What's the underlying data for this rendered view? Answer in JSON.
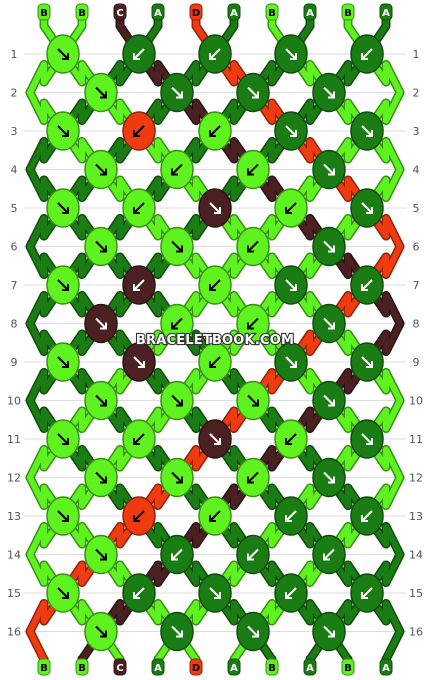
{
  "watermark": "BRACELETBOOK.COM",
  "colors": {
    "A": "#1a7d14",
    "B": "#5ef21f",
    "C": "#4a2020",
    "D": "#f03a10"
  },
  "label_text_colors": {
    "A": "#ffffff",
    "B": "#000000",
    "C": "#ffffff",
    "D": "#000000"
  },
  "top_strands": [
    "B",
    "B",
    "C",
    "A",
    "D",
    "A",
    "B",
    "A",
    "B",
    "A"
  ],
  "bottom_strands": [
    "B",
    "B",
    "C",
    "A",
    "D",
    "A",
    "B",
    "A",
    "B",
    "A"
  ],
  "row_numbers": [
    "1",
    "2",
    "3",
    "4",
    "5",
    "6",
    "7",
    "8",
    "9",
    "10",
    "11",
    "12",
    "13",
    "14",
    "15",
    "16"
  ],
  "knots": [
    [
      {
        "c": "B",
        "d": "se"
      },
      {
        "c": "A",
        "d": "sw"
      },
      {
        "c": "A",
        "d": "sw"
      },
      {
        "c": "A",
        "d": "se"
      },
      {
        "c": "A",
        "d": "sw"
      }
    ],
    [
      {
        "c": "B",
        "d": "se"
      },
      {
        "c": "A",
        "d": "se"
      },
      {
        "c": "A",
        "d": "se"
      },
      {
        "c": "A",
        "d": "se"
      }
    ],
    [
      {
        "c": "B",
        "d": "se"
      },
      {
        "c": "D",
        "d": "sw"
      },
      {
        "c": "B",
        "d": "sw"
      },
      {
        "c": "A",
        "d": "se"
      },
      {
        "c": "A",
        "d": "se"
      }
    ],
    [
      {
        "c": "B",
        "d": "se"
      },
      {
        "c": "B",
        "d": "sw"
      },
      {
        "c": "B",
        "d": "sw"
      },
      {
        "c": "A",
        "d": "se"
      }
    ],
    [
      {
        "c": "B",
        "d": "se"
      },
      {
        "c": "B",
        "d": "sw"
      },
      {
        "c": "C",
        "d": "se"
      },
      {
        "c": "B",
        "d": "sw"
      },
      {
        "c": "A",
        "d": "se"
      }
    ],
    [
      {
        "c": "B",
        "d": "se"
      },
      {
        "c": "B",
        "d": "se"
      },
      {
        "c": "B",
        "d": "sw"
      },
      {
        "c": "A",
        "d": "se"
      }
    ],
    [
      {
        "c": "B",
        "d": "se"
      },
      {
        "c": "C",
        "d": "sw"
      },
      {
        "c": "B",
        "d": "sw"
      },
      {
        "c": "A",
        "d": "se"
      },
      {
        "c": "A",
        "d": "sw"
      }
    ],
    [
      {
        "c": "C",
        "d": "se"
      },
      {
        "c": "B",
        "d": "sw"
      },
      {
        "c": "B",
        "d": "sw"
      },
      {
        "c": "A",
        "d": "se"
      }
    ],
    [
      {
        "c": "B",
        "d": "se"
      },
      {
        "c": "C",
        "d": "se"
      },
      {
        "c": "B",
        "d": "sw"
      },
      {
        "c": "A",
        "d": "se"
      },
      {
        "c": "A",
        "d": "se"
      }
    ],
    [
      {
        "c": "B",
        "d": "se"
      },
      {
        "c": "B",
        "d": "se"
      },
      {
        "c": "B",
        "d": "se"
      },
      {
        "c": "A",
        "d": "se"
      }
    ],
    [
      {
        "c": "B",
        "d": "se"
      },
      {
        "c": "B",
        "d": "sw"
      },
      {
        "c": "C",
        "d": "se"
      },
      {
        "c": "B",
        "d": "sw"
      },
      {
        "c": "A",
        "d": "se"
      }
    ],
    [
      {
        "c": "B",
        "d": "se"
      },
      {
        "c": "B",
        "d": "se"
      },
      {
        "c": "B",
        "d": "sw"
      },
      {
        "c": "A",
        "d": "se"
      }
    ],
    [
      {
        "c": "B",
        "d": "se"
      },
      {
        "c": "D",
        "d": "sw"
      },
      {
        "c": "B",
        "d": "sw"
      },
      {
        "c": "A",
        "d": "sw"
      },
      {
        "c": "A",
        "d": "sw"
      }
    ],
    [
      {
        "c": "B",
        "d": "se"
      },
      {
        "c": "A",
        "d": "sw"
      },
      {
        "c": "A",
        "d": "sw"
      },
      {
        "c": "A",
        "d": "sw"
      }
    ],
    [
      {
        "c": "B",
        "d": "se"
      },
      {
        "c": "A",
        "d": "sw"
      },
      {
        "c": "A",
        "d": "se"
      },
      {
        "c": "A",
        "d": "sw"
      },
      {
        "c": "A",
        "d": "sw"
      }
    ],
    [
      {
        "c": "B",
        "d": "se"
      },
      {
        "c": "A",
        "d": "se"
      },
      {
        "c": "A",
        "d": "se"
      },
      {
        "c": "A",
        "d": "se"
      }
    ]
  ]
}
